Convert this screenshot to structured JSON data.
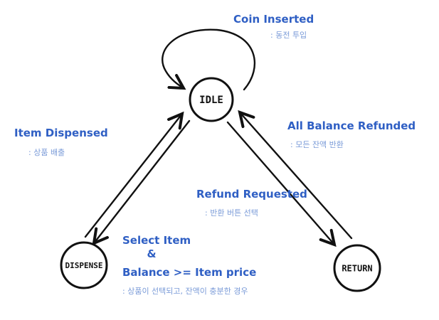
{
  "states": {
    "idle": "IDLE",
    "dispense": "DISPENSE",
    "return": "RETURN"
  },
  "transitions": {
    "coin_inserted": {
      "title": "Coin Inserted",
      "note": ": 동전 투입"
    },
    "item_dispensed": {
      "title": "Item Dispensed",
      "note": ": 상품 배출"
    },
    "all_balance_refunded": {
      "title": "All Balance Refunded",
      "note": ": 모든 잔액 반환"
    },
    "refund_requested": {
      "title": "Refund Requested",
      "note": ": 반환 버튼 선택"
    },
    "select_item": {
      "line1": "Select Item",
      "line2": "&",
      "line3": "Balance >= Item price",
      "note": ": 상품이 선택되고, 잔액이 충분한 경우"
    }
  },
  "colors": {
    "label": "#2f5fc4",
    "note": "#7a9bd8",
    "ink": "#111111"
  }
}
